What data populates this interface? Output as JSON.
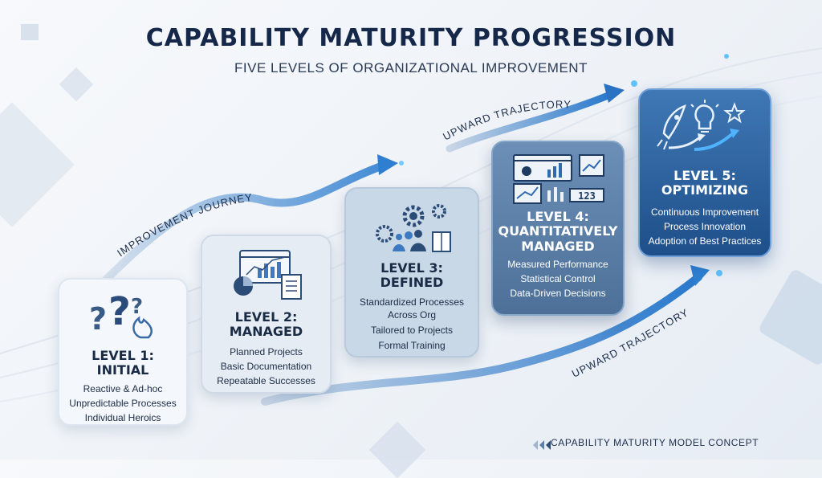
{
  "header": {
    "title": "CAPABILITY MATURITY PROGRESSION",
    "subtitle": "FIVE LEVELS OF ORGANIZATIONAL IMPROVEMENT"
  },
  "path_labels": {
    "improvement_journey": "IMPROVEMENT JOURNEY",
    "upward_trajectory_top": "UPWARD TRAJECTORY",
    "upward_trajectory_bottom": "UPWARD TRAJECTORY"
  },
  "levels": [
    {
      "title_line1": "LEVEL 1:",
      "title_line2": "INITIAL",
      "items": [
        "Reactive & Ad-hoc",
        "Unpredictable Processes",
        "Individual Heroics"
      ]
    },
    {
      "title_line1": "LEVEL 2:",
      "title_line2": "MANAGED",
      "items": [
        "Planned Projects",
        "Basic Documentation",
        "Repeatable Successes"
      ]
    },
    {
      "title_line1": "LEVEL 3:",
      "title_line2": "DEFINED",
      "items": [
        "Standardized Processes",
        "Across Org",
        "Tailored to Projects",
        "Formal Training"
      ]
    },
    {
      "title_line1": "LEVEL 4:",
      "title_line2": "QUANTITATIVELY",
      "title_line3": "MANAGED",
      "items": [
        "Measured Performance",
        "Statistical Control",
        "Data-Driven Decisions"
      ]
    },
    {
      "title_line1": "LEVEL 5:",
      "title_line2": "OPTIMIZING",
      "items": [
        "Continuous Improvement",
        "Process Innovation",
        "Adoption of Best Practices"
      ]
    }
  ],
  "icon4_digits": "123",
  "footer": {
    "text": "CAPABILITY MATURITY MODEL CONCEPT"
  },
  "colors": {
    "accent": "#2f7fd1",
    "navy": "#16284a",
    "glow": "#3fb6ff"
  }
}
